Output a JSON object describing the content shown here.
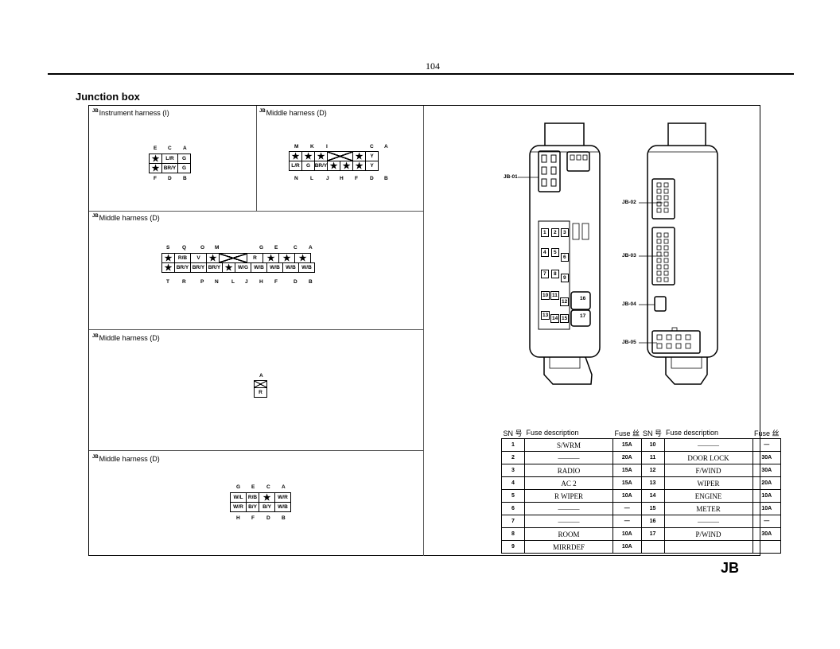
{
  "page_number": "104",
  "section_title": "Junction box",
  "footer_label": "JB",
  "connectors": {
    "c1": {
      "tag": "JB",
      "title": "Instrument harness (I)",
      "top_labels": [
        "E",
        "C",
        "A"
      ],
      "bottom_labels": [
        "F",
        "D",
        "B"
      ],
      "row1": [
        "★",
        "L/R",
        "G"
      ],
      "row2": [
        "★",
        "BR/Y",
        "G"
      ]
    },
    "c2": {
      "tag": "JB",
      "title": "Middle harness (D)",
      "top_labels": [
        "M",
        "K",
        "I",
        "C",
        "A"
      ],
      "bottom_labels": [
        "N",
        "L",
        "J",
        "H",
        "F",
        "D",
        "B"
      ],
      "row1": [
        "★",
        "★",
        "★",
        "",
        "★",
        "Y"
      ],
      "row2": [
        "L/R",
        "G",
        "BR/Y",
        "★",
        "★",
        "★",
        "Y"
      ]
    },
    "c3": {
      "tag": "JB",
      "title": "Middle harness (D)",
      "top_labels": [
        "S",
        "Q",
        "O",
        "M",
        "G",
        "E",
        "C",
        "A"
      ],
      "bottom_labels": [
        "T",
        "R",
        "P",
        "N",
        "L",
        "J",
        "H",
        "F",
        "D",
        "B"
      ],
      "row1": [
        "★",
        "R/B",
        "V",
        "★",
        "",
        "R",
        "★",
        "★",
        "★"
      ],
      "row2": [
        "★",
        "BR/Y",
        "BR/Y",
        "BR/Y",
        "★",
        "W/G",
        "W/B",
        "W/B",
        "W/B",
        "W/B"
      ]
    },
    "c4": {
      "tag": "JB",
      "title": "Middle harness (D)",
      "top_labels": [
        "A"
      ],
      "row1": [
        "R"
      ]
    },
    "c5": {
      "tag": "JB",
      "title": "Middle harness (D)",
      "top_labels": [
        "G",
        "E",
        "C",
        "A"
      ],
      "bottom_labels": [
        "H",
        "F",
        "D",
        "B"
      ],
      "row1": [
        "W/L",
        "R/B",
        "★",
        "W/R"
      ],
      "row2": [
        "W/R",
        "B/Y",
        "B/Y",
        "W/B"
      ]
    }
  },
  "callouts": [
    "JB-01",
    "JB-02",
    "JB-03",
    "JB-04",
    "JB-05"
  ],
  "fuse_slots": [
    "1",
    "2",
    "3",
    "4",
    "5",
    "6",
    "7",
    "8",
    "9",
    "10",
    "11",
    "12",
    "13",
    "14",
    "15",
    "16",
    "17"
  ],
  "fuse_table": {
    "headers": [
      "SN 号",
      "Fuse description",
      "Fuse 丝",
      "SN 号",
      "Fuse description",
      "Fuse 丝"
    ],
    "rows": [
      [
        "1",
        "S/WRM",
        "15A",
        "10",
        "———",
        "—"
      ],
      [
        "2",
        "———",
        "20A",
        "11",
        "DOOR LOCK",
        "30A"
      ],
      [
        "3",
        "RADIO",
        "15A",
        "12",
        "F/WIND",
        "30A"
      ],
      [
        "4",
        "AC 2",
        "15A",
        "13",
        "WIPER",
        "20A"
      ],
      [
        "5",
        "R WIPER",
        "10A",
        "14",
        "ENGINE",
        "10A"
      ],
      [
        "6",
        "———",
        "—",
        "15",
        "METER",
        "10A"
      ],
      [
        "7",
        "———",
        "—",
        "16",
        "———",
        "—"
      ],
      [
        "8",
        "ROOM",
        "10A",
        "17",
        "P/WIND",
        "30A"
      ],
      [
        "9",
        "MIRRDEF",
        "10A",
        "",
        "",
        " "
      ]
    ]
  }
}
